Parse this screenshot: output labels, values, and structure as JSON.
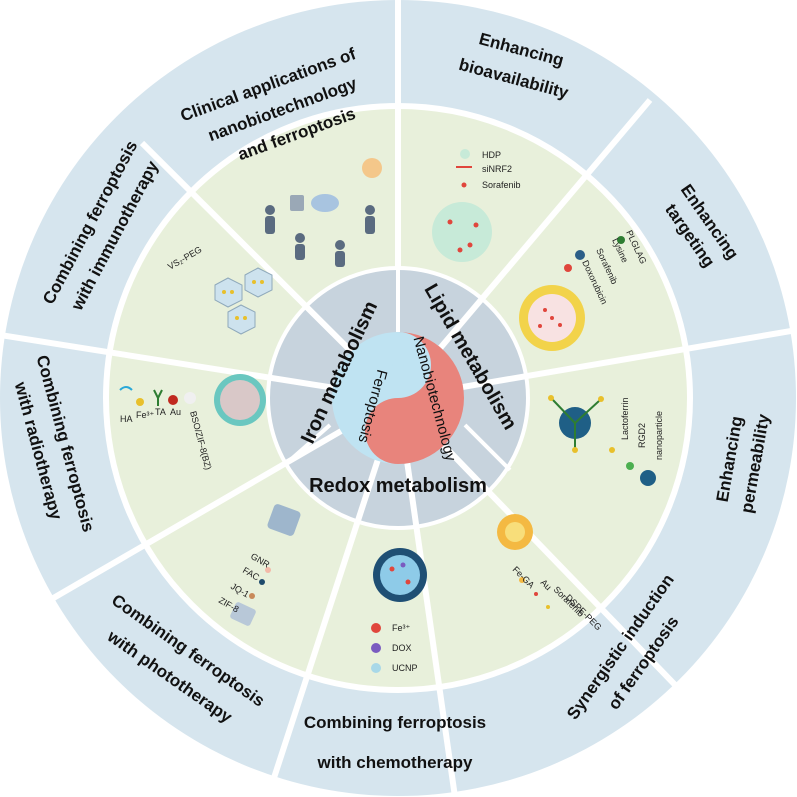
{
  "outer_ring": {
    "clinical": [
      "Clinical applications of",
      "nanobiotechnology",
      "and ferroptosis"
    ],
    "bioavailability": [
      "Enhancing",
      "bioavailability"
    ],
    "targeting": [
      "Enhancing",
      "targeting"
    ],
    "permeability": [
      "Enhancing",
      "permeability"
    ],
    "synergistic": [
      "Synergistic induction",
      "of ferroptosis"
    ],
    "chemotherapy": [
      "Combining ferroptosis",
      "with chemotherapy"
    ],
    "phototherapy": [
      "Combining ferroptosis",
      "with phototherapy"
    ],
    "radiotherapy": [
      "Combining ferroptosis",
      "with radiotherapy"
    ],
    "immunotherapy": [
      "Combining ferroptosis",
      "with immunotherapy"
    ]
  },
  "inner_ring": {
    "bioavailability_legend": [
      "HDP",
      "siNRF2",
      "Sorafenib"
    ],
    "targeting_legend": [
      "PLGLAG",
      "Lysine",
      "Sorafenib",
      "Doxorubicin"
    ],
    "permeability_legend": [
      "Lactoferrin",
      "RGD2",
      "nanoparticle"
    ],
    "synergistic_legend": [
      "Fe-GA",
      "Au",
      "Sorafenib",
      "DSPE-PEG"
    ],
    "chemotherapy_legend": [
      "Fe³⁺",
      "DOX",
      "UCNP"
    ],
    "phototherapy_legend": [
      "GNR",
      "FAC",
      "JQ-1",
      "ZIF-8"
    ],
    "radiotherapy_legend": [
      "HA",
      "Fe³⁺",
      "TA",
      "Au",
      "BSO/ZIF-8(BZ)"
    ],
    "immunotherapy_label": "VS₂-PEG"
  },
  "core_ring": {
    "iron": "Iron metabolism",
    "lipid": "Lipid metabolism",
    "redox": "Redox metabolism"
  },
  "center": {
    "nano": "Nanobiotechnology",
    "ferro": "Ferroptosis"
  },
  "colors": {
    "outer": "#d6e5ee",
    "inner": "#e8f0db",
    "core": "#c7d3dd",
    "yin_red": "#e8847c",
    "yang_blue": "#bfe3f2"
  }
}
